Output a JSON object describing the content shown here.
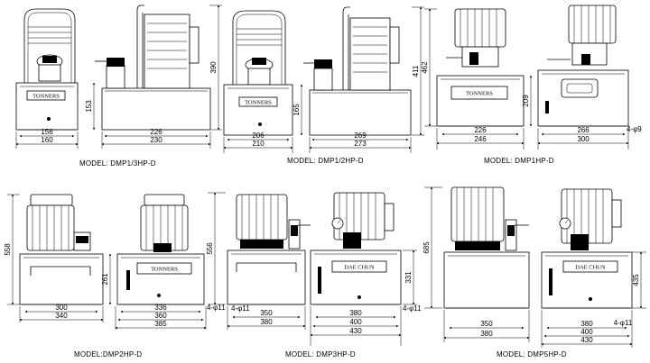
{
  "units": [
    {
      "model": "MODEL: DMP1/3HP-D",
      "brand": "TONNERS",
      "dims": {
        "front_inner": "156",
        "front_outer": "160",
        "side_inner": "226",
        "side_outer": "230",
        "box_h": "153",
        "total_h": "390"
      }
    },
    {
      "model": "MODEL: DMP1/2HP-D",
      "brand": "TONNERS",
      "dims": {
        "front_inner": "206",
        "front_outer": "210",
        "side_inner": "269",
        "side_outer": "273",
        "box_h": "165",
        "total_h": "411"
      }
    },
    {
      "model": "MODEL: DMP1HP-D",
      "brand": "TONNERS",
      "dims": {
        "front_inner": "226",
        "front_outer": "246",
        "side_inner": "266",
        "side_outer": "300",
        "box_h": "209",
        "total_h": "462",
        "holes": "4-φ9"
      }
    },
    {
      "model": "MODEL:DMP2HP-D",
      "brand": "TONNERS",
      "dims": {
        "front_inner": "300",
        "front_outer": "340",
        "side_a": "336",
        "side_b": "360",
        "side_c": "385",
        "box_h": "261",
        "total_h": "558",
        "holes": "4-φ11"
      }
    },
    {
      "model": "MODEL: DMP3HP-D",
      "brand": "DAE CHUN",
      "dims": {
        "front_inner": "350",
        "front_outer": "380",
        "side_a": "380",
        "side_b": "400",
        "side_c": "430",
        "box_h": "331",
        "total_h": "556",
        "holes": "4-φ11"
      }
    },
    {
      "model": "MODEL: DMP5HP-D",
      "brand": "DAE CHUN",
      "dims": {
        "front_inner": "350",
        "front_outer": "380",
        "side_a": "380",
        "side_b": "400",
        "side_c": "430",
        "box_h": "435",
        "total_h": "685",
        "holes": "4-φ11"
      }
    }
  ]
}
